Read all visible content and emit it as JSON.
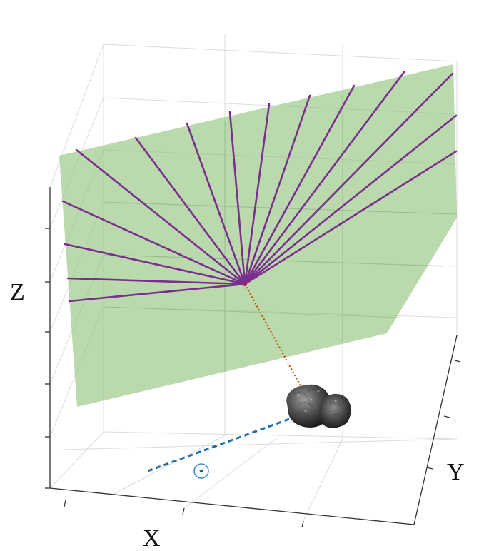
{
  "axes": {
    "x_label": "X",
    "y_label": "Y",
    "z_label": "Z"
  },
  "colors": {
    "plane": "#8fc27a",
    "rays": "#7a2e8e",
    "ray_center": "#a02060",
    "orbit_trace": "#c8520a",
    "ground_track": "#1a6fb0",
    "marker": "#2a8fd0",
    "grid": "#d9d9d9",
    "axis": "#333333"
  },
  "elements": {
    "plane": "green-translucent-plane",
    "ray_fan": "purple-ray-fan",
    "vertical_trace": "orange-dotted-line",
    "ground_track": "blue-dashed-line",
    "target_marker": "circle-dot-marker",
    "body": "comet-nucleus"
  }
}
